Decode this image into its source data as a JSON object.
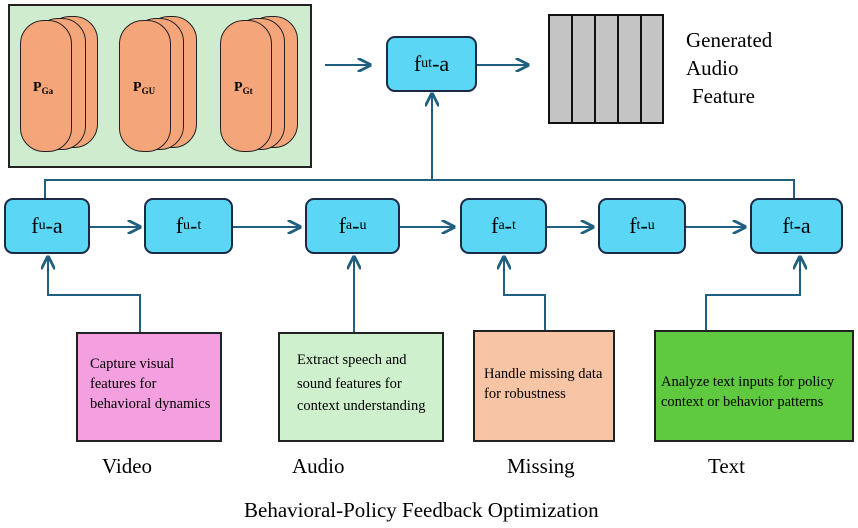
{
  "colors": {
    "node_fill": "#5bd6f5",
    "pool_bg": "#cfeccf",
    "card_fill": "#f4a57a",
    "arrow": "#1f5f80",
    "video_box": "#f4a0e0",
    "audio_box": "#cff0cc",
    "missing_box": "#f7c4a5",
    "text_box": "#5fc93f",
    "feature_bar": "#c4c4c4"
  },
  "pool": {
    "cards": [
      {
        "base": "P",
        "sub": "Ga"
      },
      {
        "base": "P",
        "sub": "GU"
      },
      {
        "base": "P",
        "sub": "Gt"
      }
    ]
  },
  "fusion": {
    "base": "f",
    "sub": "ut",
    "suffix": "-a"
  },
  "generated": {
    "lines": [
      "Generated",
      "Audio",
      "Feature"
    ]
  },
  "chain": [
    {
      "base": "f",
      "sub": "u",
      "suffix": "-a"
    },
    {
      "base": "f",
      "sub": "u",
      "suffix": "-",
      "sub2": "t"
    },
    {
      "base": "f",
      "sub": "a",
      "suffix": "-",
      "sub2": "u"
    },
    {
      "base": "f",
      "sub": "a",
      "suffix": "-",
      "sub2": "t"
    },
    {
      "base": "f",
      "sub": "t",
      "suffix": "-",
      "sub2": "u"
    },
    {
      "base": "f",
      "sub": "t",
      "suffix": "-a"
    }
  ],
  "modalities": [
    {
      "label": "Video",
      "lines": [
        "Capture visual",
        "features for",
        "behavioral dynamics"
      ]
    },
    {
      "label": "Audio",
      "lines": [
        "Extract speech and",
        "sound features for",
        "context understanding"
      ]
    },
    {
      "label": "Missing",
      "lines": [
        "Handle missing data",
        "for robustness"
      ]
    },
    {
      "label": "Text",
      "lines": [
        "Analyze text inputs for policy",
        "context or behavior patterns"
      ]
    }
  ],
  "caption": "Behavioral-Policy Feedback Optimization"
}
